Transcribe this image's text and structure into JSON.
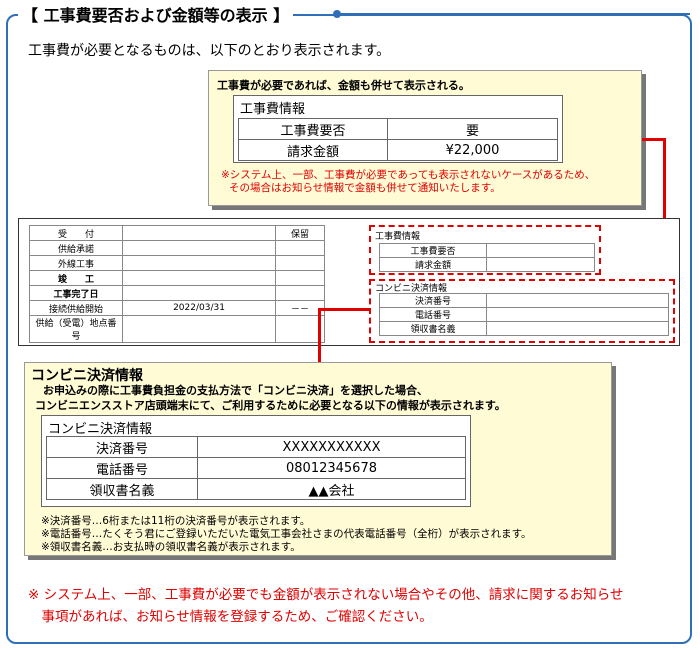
{
  "title": "【 工事費要否および金額等の表示 】",
  "intro": "工事費が必要となるものは、以下のとおり表示されます。",
  "callout_top": {
    "heading": "工事費が必要であれば、金額も併せて表示される。",
    "box_label": "工事費情報",
    "rows": [
      {
        "key": "工事費要否",
        "value": "要"
      },
      {
        "key": "請求金額",
        "value": "¥22,000"
      }
    ],
    "note_line1": "※システム上、一部、工事費が必要であっても表示されないケースがあるため、",
    "note_line2": "その場合はお知らせ情報で金額も併せて通知いたします。"
  },
  "screen": {
    "rows": [
      {
        "label": "受　　付",
        "value": "",
        "right": "保留"
      },
      {
        "label": "供給承諾",
        "value": "",
        "right": ""
      },
      {
        "label": "外線工事",
        "value": "",
        "right": ""
      },
      {
        "label": "竣　　工",
        "value": "",
        "right": ""
      },
      {
        "label": "工事完了日",
        "value": "",
        "right": ""
      },
      {
        "label": "接続供給開始",
        "value": "2022/03/31",
        "right": "－－"
      },
      {
        "label": "供給（受電）地点番号",
        "value": "",
        "right": ""
      }
    ],
    "koji_label": "工事費情報",
    "koji_rows": [
      "工事費要否",
      "請求金額"
    ],
    "conv_label": "コンビニ決済情報",
    "conv_rows": [
      "決済番号",
      "電話番号",
      "領収書名義"
    ]
  },
  "callout_bottom": {
    "heading": "コンビニ決済情報",
    "sub_line1": "お申込みの際に工事費負担金の支払方法で「コンビニ決済」を選択した場合、",
    "sub_line2": "コンビニエンスストア店頭端末にて、ご利用するために必要となる以下の情報が表示されます。",
    "box_label": "コンビニ決済情報",
    "rows": [
      {
        "key": "決済番号",
        "value": "XXXXXXXXXXX"
      },
      {
        "key": "電話番号",
        "value": "08012345678"
      },
      {
        "key": "領収書名義",
        "value": "▲▲会社"
      }
    ],
    "notes": [
      "※決済番号…6桁または11桁の決済番号が表示されます。",
      "※電話番号…たくそう君にご登録いただいた電気工事会社さまの代表電話番号（全桁）が表示されます。",
      "※領収書名義…お支払時の領収書名義が表示されます。"
    ]
  },
  "bottom_note_line1": "※ システム上、一部、工事費が必要でも金額が表示されない場合やその他、請求に関するお知らせ",
  "bottom_note_line2": "　事項があれば、お知らせ情報を登録するため、ご確認ください。",
  "colors": {
    "frame": "#2f6fb7",
    "callout_bg": "#fffbd5",
    "alert": "#e00000"
  }
}
